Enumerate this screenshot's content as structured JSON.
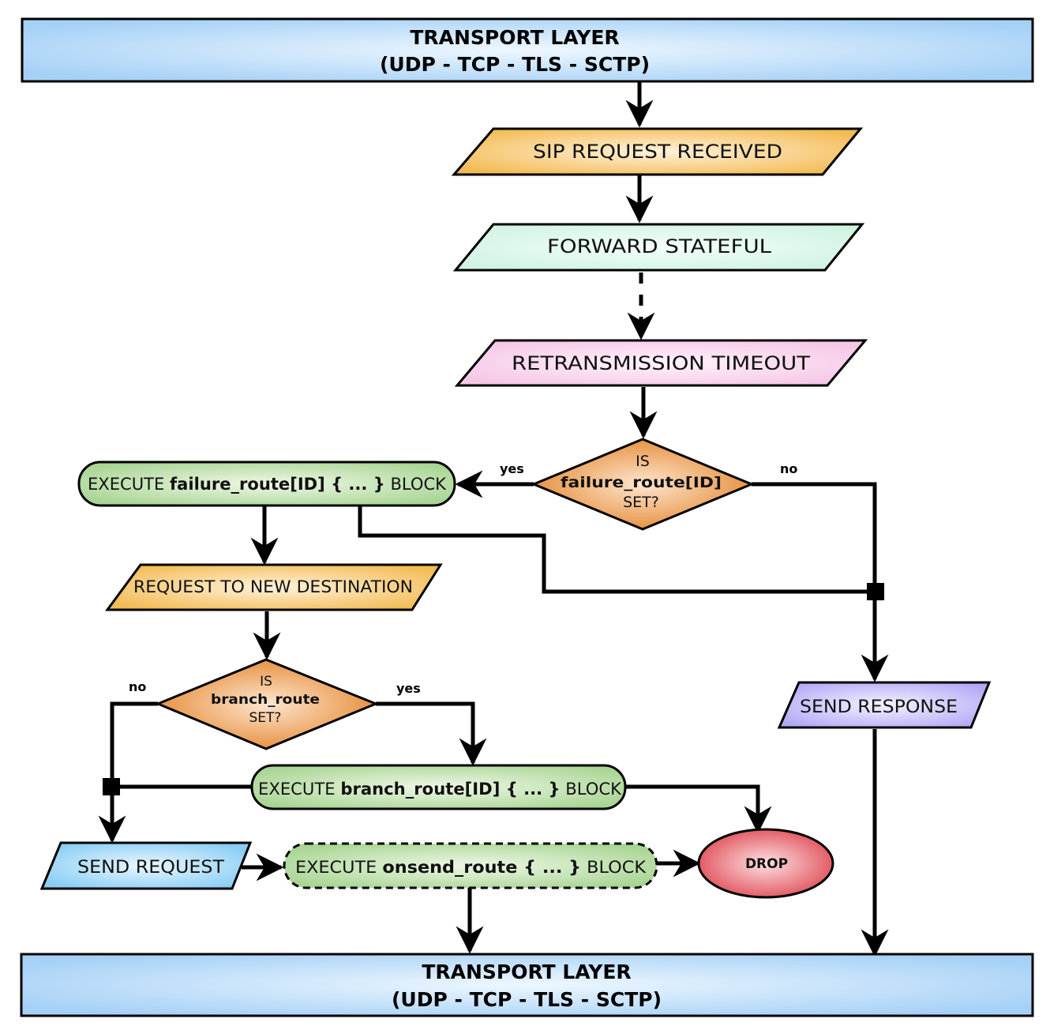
{
  "diagram": {
    "title": "SIP request processing flow with failure, branch and onsend routes",
    "colors": {
      "transport": "#a9d4f7",
      "sip_request": "#f5c060",
      "forward": "#d6f5e6",
      "timeout": "#f7cde9",
      "decision": "#e8923c",
      "execute_block": "#aed69a",
      "send_response": "#b8b0f7",
      "send_request": "#8fd2f5",
      "drop": "#e2555e"
    },
    "nodes": {
      "transport_top": {
        "line1": "TRANSPORT LAYER",
        "line2": "(UDP - TCP - TLS - SCTP)"
      },
      "sip_request_received": {
        "label": "SIP REQUEST RECEIVED"
      },
      "forward_stateful": {
        "label": "FORWARD STATEFUL"
      },
      "retransmission_timeout": {
        "label": "RETRANSMISSION TIMEOUT"
      },
      "failure_decision": {
        "line1": "IS",
        "line2": "failure_route[ID]",
        "line3": "SET?"
      },
      "failure_block": {
        "prefix": "EXECUTE ",
        "bold": "failure_route[ID] { ... }",
        "suffix": " BLOCK"
      },
      "request_new_destination": {
        "label": "REQUEST TO NEW DESTINATION"
      },
      "branch_decision": {
        "line1": "IS",
        "line2": "branch_route",
        "line3": "SET?"
      },
      "branch_block": {
        "prefix": "EXECUTE ",
        "bold": "branch_route[ID] { ... }",
        "suffix": " BLOCK"
      },
      "send_response": {
        "label": "SEND RESPONSE"
      },
      "send_request": {
        "label": "SEND REQUEST"
      },
      "onsend_block": {
        "prefix": "EXECUTE ",
        "bold": "onsend_route { ... }",
        "suffix": " BLOCK"
      },
      "drop": {
        "label": "DROP"
      },
      "transport_bottom": {
        "line1": "TRANSPORT LAYER",
        "line2": "(UDP - TCP - TLS - SCTP)"
      }
    },
    "edge_labels": {
      "failure_yes": "yes",
      "failure_no": "no",
      "branch_no": "no",
      "branch_yes": "yes"
    }
  }
}
